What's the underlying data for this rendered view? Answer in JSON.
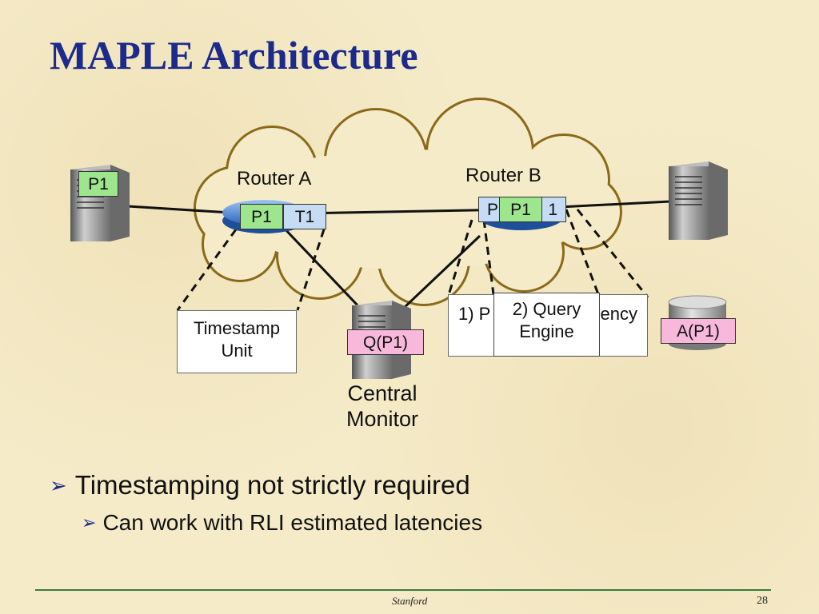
{
  "slide": {
    "title": "MAPLE Architecture",
    "page_number": "28",
    "footer": "Stanford"
  },
  "diagram": {
    "router_a": "Router A",
    "router_b": "Router B",
    "host_left_tag": "P1",
    "router_a_packet": "P1",
    "router_a_timestamp": "T1",
    "router_b_packet_back_partial": "P",
    "router_b_packet_front": "P1",
    "router_b_packet_back_suffix": "1",
    "timestamp_unit_line1": "Timestamp",
    "timestamp_unit_line2": "Unit",
    "central_monitor_line1": "Central",
    "central_monitor_line2": "Monitor",
    "query_tag": "Q(P1)",
    "answer_tag": "A(P1)",
    "back_box_left": "1) P",
    "back_box_right": "ency",
    "query_engine_line1": "2) Query",
    "query_engine_line2": "Engine"
  },
  "bullets": [
    {
      "text": "Timestamping not strictly required",
      "children": [
        "Can work with RLI estimated latencies"
      ]
    }
  ],
  "colors": {
    "title": "#1c2a8c",
    "cloud_fill": "#f5ebc8",
    "cloud_stroke": "#8a6a1a",
    "router": "#3a7bd5",
    "tag_green": "#9ee68e",
    "tag_blue": "#c6dcf5",
    "tag_pink": "#f8b8dc"
  }
}
